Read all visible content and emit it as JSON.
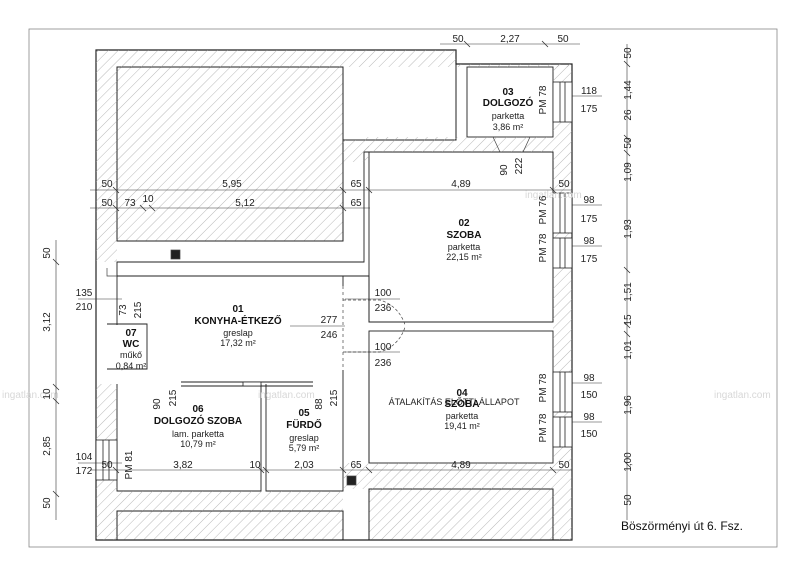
{
  "rooms": {
    "r01": {
      "num": "01",
      "name": "KONYHA-ÉTKEZŐ",
      "floor": "greslap",
      "area": "17,32 m²"
    },
    "r02": {
      "num": "02",
      "name": "SZOBA",
      "floor": "parketta",
      "area": "22,15 m²"
    },
    "r03": {
      "num": "03",
      "name": "DOLGOZÓ",
      "floor": "parketta",
      "area": "3,86 m²"
    },
    "r04": {
      "num": "04",
      "name": "SZOBA",
      "floor": "parketta",
      "area": "19,41 m²",
      "note": "ÁTALAKÍTÁS ELŐTTI ÁLLAPOT"
    },
    "r05": {
      "num": "05",
      "name": "FÜRDŐ",
      "floor": "greslap",
      "area": "5,79 m²"
    },
    "r06": {
      "num": "06",
      "name": "DOLGOZÓ SZOBA",
      "floor": "lam. parketta",
      "area": "10,79 m²"
    },
    "r07": {
      "num": "07",
      "name": "WC",
      "floor": "műkő",
      "area": "0,84 m²"
    }
  },
  "dims": {
    "top_50a": "50",
    "top_227": "2,27",
    "top_50b": "50",
    "r1_50": "50",
    "r1_595": "5,95",
    "r1_65": "65",
    "r1_489": "4,89",
    "r1_50b": "50",
    "r2_50": "50",
    "r2_73": "73",
    "r2_10": "10",
    "r2_512": "5,12",
    "r2_65": "65",
    "d90": "90",
    "d222": "222",
    "d135": "135",
    "d210": "210",
    "d73": "73",
    "d215": "215",
    "d100a": "100",
    "d236a": "236",
    "d277": "277",
    "d246": "246",
    "d100b": "100",
    "d236b": "236",
    "d90b": "90",
    "d215b": "215",
    "d88": "88",
    "d215c": "215",
    "d104": "104",
    "d172": "172",
    "b_50": "50",
    "b_382": "3,82",
    "b_10": "10",
    "b_203": "2,03",
    "b_65": "65",
    "b_489": "4,89",
    "b_50b": "50",
    "l_50a": "50",
    "l_312": "3,12",
    "l_10": "10",
    "l_285": "2,85",
    "l_50b": "50",
    "rt_118": "118",
    "rt_175": "175",
    "rm_98a": "98",
    "rm_175a": "175",
    "rm_98b": "98",
    "rm_175b": "175",
    "rl_98a": "98",
    "rl_150a": "150",
    "rl_98b": "98",
    "rl_150b": "150",
    "rr_50a": "50",
    "rr_144": "1,44",
    "rr_26": "26",
    "rr_50b": "50",
    "rr_109": "1,09",
    "rr_193": "1,93",
    "rr_151": "1,51",
    "rr_15": "15",
    "rr_101": "1,01",
    "rr_196": "1,96",
    "rr_100": "1,00",
    "rr_50c": "50"
  },
  "windows": {
    "pm78_03": "PM 78",
    "pm76_02": "PM 76",
    "pm78_02": "PM 78",
    "pm78_04a": "PM 78",
    "pm78_04b": "PM 78",
    "pm81_06": "PM 81"
  },
  "address": "Böszörményi út 6. Fsz.",
  "watermarks": {
    "w1": "ingatlan.com",
    "w2": "ingatlan.com",
    "w3": "ingatlan.com",
    "w4": "ingatlan.com"
  }
}
